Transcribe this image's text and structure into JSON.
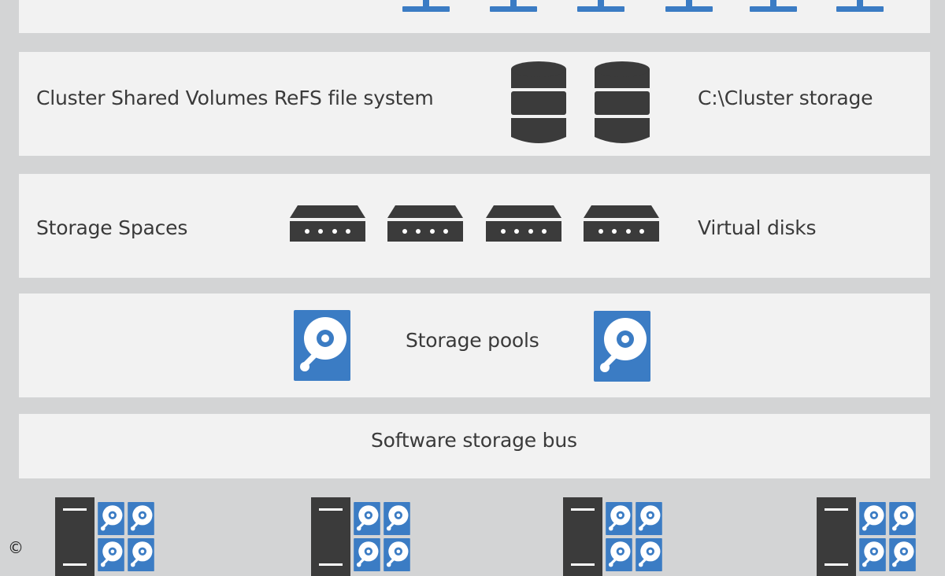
{
  "layers": {
    "csv": {
      "left_label": "Cluster Shared Volumes ReFS file system",
      "right_label": "C:\\Cluster storage"
    },
    "spaces": {
      "left_label": "Storage Spaces",
      "right_label": "Virtual disks"
    },
    "pools": {
      "label": "Storage pools"
    },
    "bus": {
      "label": "Software storage bus"
    }
  },
  "icons": {
    "top_row": "network-connector-icon",
    "csv": "database-icon",
    "spaces": "virtual-disk-icon",
    "pools": "hard-drive-icon",
    "servers": "server-icon",
    "server_disks": "hard-drive-icon"
  },
  "colors": {
    "background": "#d3d4d5",
    "band": "#f2f2f2",
    "icon_dark": "#3b3b3b",
    "accent_blue": "#3b7cc4"
  },
  "copyright": "©"
}
